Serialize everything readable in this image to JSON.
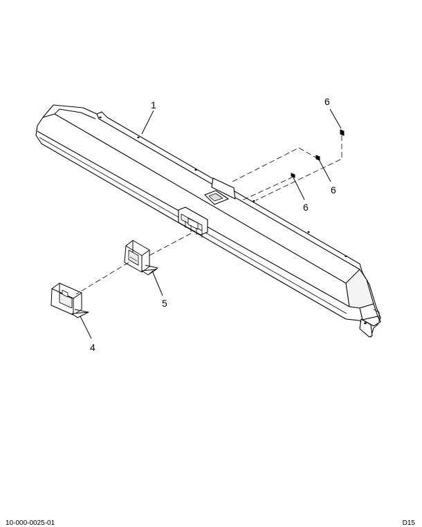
{
  "callouts": {
    "c1": "1",
    "c4": "4",
    "c5": "5",
    "c6a": "6",
    "c6b": "6",
    "c6c": "6"
  },
  "footer": {
    "left": "10-000-0025-01",
    "right": "D15"
  },
  "colors": {
    "line": "#000000",
    "part_fill": "#ffffff",
    "shade": "#e8e8e8"
  }
}
